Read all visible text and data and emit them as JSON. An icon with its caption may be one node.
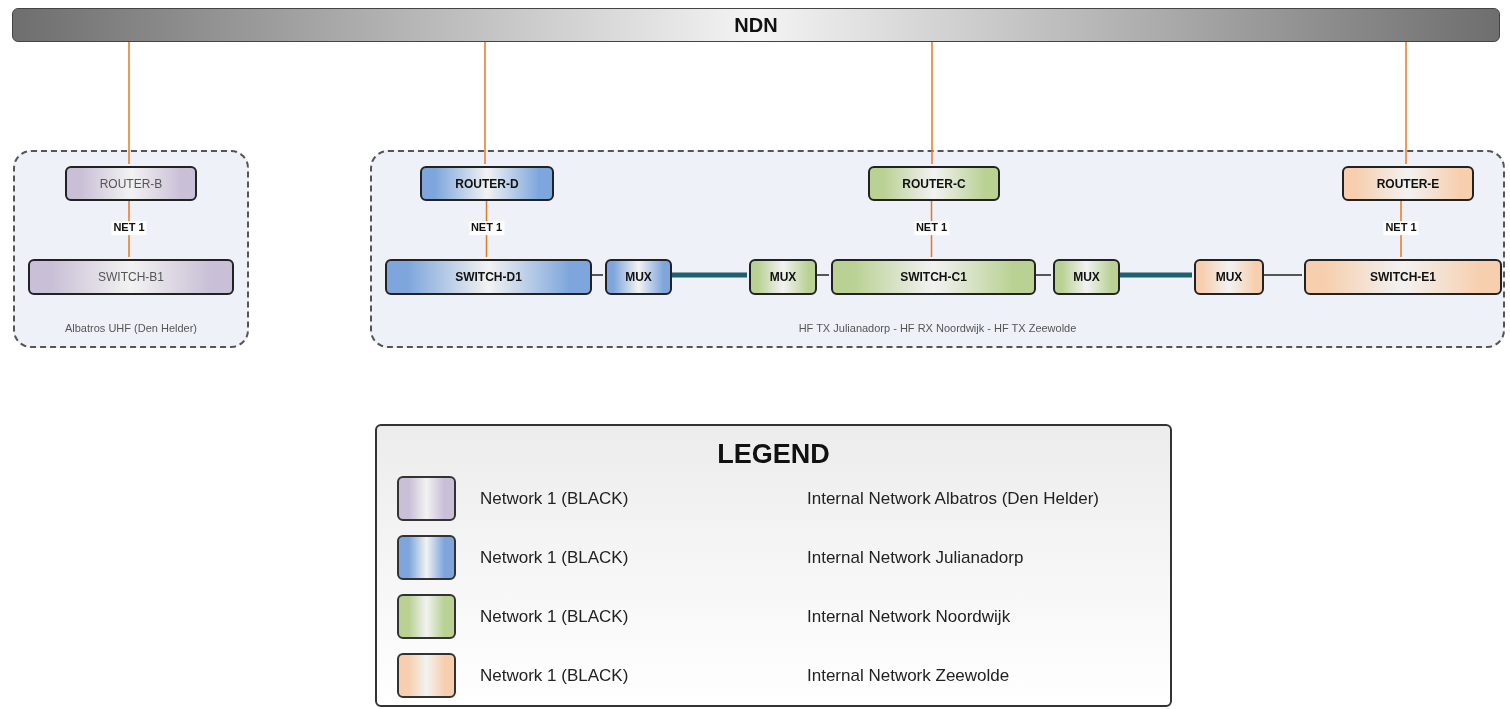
{
  "diagram": {
    "nodes": [
      {
        "text": [
          "NDN"
        ]
      },
      {
        "text": [
          "Albatros UHF (Den Helder)"
        ]
      },
      {
        "text": [
          "ROUTER-B"
        ],
        "in": 1
      },
      {
        "text": [
          "SWITCH-B1"
        ],
        "in": 1
      },
      {
        "text": [
          "HF TX Julianadorp - HF RX Noordwijk - HF TX Zeewolde"
        ]
      },
      {
        "text": [
          "ROUTER-D"
        ],
        "in": 4
      },
      {
        "text": [
          "ROUTER-C"
        ],
        "in": 4
      },
      {
        "text": [
          "ROUTER-E"
        ],
        "in": 4
      },
      {
        "text": [
          "SWITCH-D1"
        ],
        "in": 4
      },
      {
        "text": [
          "MUX"
        ],
        "in": 4
      },
      {
        "text": [
          "MUX"
        ],
        "in": 4
      },
      {
        "text": [
          "SWITCH-C1"
        ],
        "in": 4
      },
      {
        "text": [
          "MUX"
        ],
        "in": 4
      },
      {
        "text": [
          "MUX"
        ],
        "in": 4
      },
      {
        "text": [
          "SWITCH-E1"
        ],
        "in": 4
      }
    ],
    "edges": [
      {
        "from": 0,
        "to": 2,
        "arrow": "none"
      },
      {
        "from": 0,
        "to": 5,
        "arrow": "none"
      },
      {
        "from": 0,
        "to": 6,
        "arrow": "none"
      },
      {
        "from": 0,
        "to": 7,
        "arrow": "none"
      },
      {
        "from": 2,
        "to": 3,
        "arrow": "none",
        "label": "NET 1"
      },
      {
        "from": 5,
        "to": 8,
        "arrow": "none",
        "label": "NET 1"
      },
      {
        "from": 6,
        "to": 11,
        "arrow": "none",
        "label": "NET 1"
      },
      {
        "from": 7,
        "to": 14,
        "arrow": "none",
        "label": "NET 1"
      },
      {
        "from": 8,
        "to": 9,
        "arrow": "none",
        "color": "#222222"
      },
      {
        "from": 9,
        "to": 10,
        "arrow": "none",
        "style": "thick",
        "color": "#1f5f6e"
      },
      {
        "from": 10,
        "to": 11,
        "arrow": "none",
        "color": "#222222"
      },
      {
        "from": 11,
        "to": 12,
        "arrow": "none",
        "color": "#222222"
      },
      {
        "from": 12,
        "to": 13,
        "arrow": "none",
        "style": "thick",
        "color": "#1f5f6e"
      },
      {
        "from": 13,
        "to": 14,
        "arrow": "none",
        "color": "#222222"
      }
    ],
    "labels": [
      "LEGEND",
      "Internal Network Albatros (Den Helder)",
      "Internal Network Julianadorp",
      "Internal Network Noordwijk",
      "Internal Network Zeewolde"
    ],
    "legend": [
      {
        "text": "Network 1 (BLACK)",
        "color": "#c9bfd6"
      },
      {
        "text": "Network 1 (BLACK)",
        "color": "#7ea6dc"
      },
      {
        "text": "Network 1 (BLACK)",
        "color": "#b9d193"
      },
      {
        "text": "Network 1 (BLACK)",
        "color": "#f7cfae"
      }
    ]
  }
}
